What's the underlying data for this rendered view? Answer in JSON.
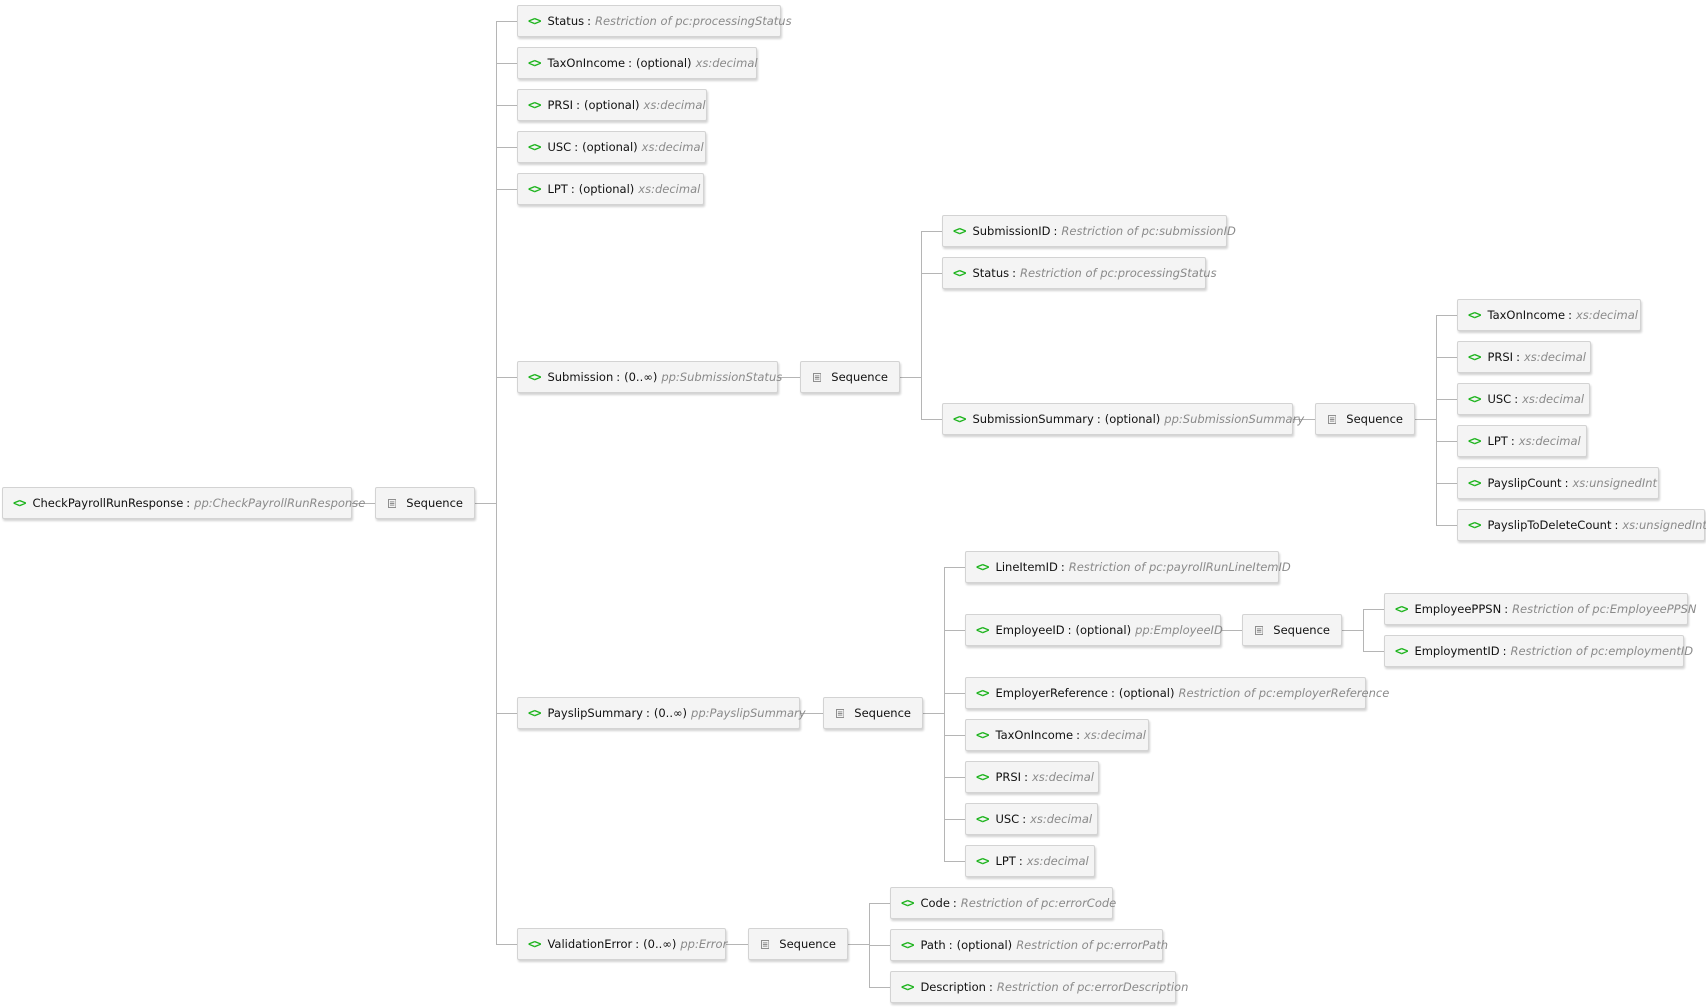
{
  "root": {
    "name": "CheckPayrollRunResponse",
    "type": "pp:CheckPayrollRunResponse"
  },
  "sequence_label": "Sequence",
  "elements": {
    "status": {
      "name": "Status",
      "type": "Restriction of pc:processingStatus"
    },
    "tax_on_income": {
      "name": "TaxOnIncome",
      "card": "(optional)",
      "type": "xs:decimal"
    },
    "prsi": {
      "name": "PRSI",
      "card": "(optional)",
      "type": "xs:decimal"
    },
    "usc": {
      "name": "USC",
      "card": "(optional)",
      "type": "xs:decimal"
    },
    "lpt": {
      "name": "LPT",
      "card": "(optional)",
      "type": "xs:decimal"
    },
    "submission": {
      "name": "Submission",
      "card": "(0..∞)",
      "type": "pp:SubmissionStatus"
    },
    "payslip_summary": {
      "name": "PayslipSummary",
      "card": "(0..∞)",
      "type": "pp:PayslipSummary"
    },
    "validation_error": {
      "name": "ValidationError",
      "card": "(0..∞)",
      "type": "pp:Error"
    }
  },
  "submission_children": {
    "submission_id": {
      "name": "SubmissionID",
      "type": "Restriction of pc:submissionID"
    },
    "status": {
      "name": "Status",
      "type": "Restriction of pc:processingStatus"
    },
    "submission_summary": {
      "name": "SubmissionSummary",
      "card": "(optional)",
      "type": "pp:SubmissionSummary"
    }
  },
  "submission_summary_children": {
    "tax_on_income": {
      "name": "TaxOnIncome",
      "type": "xs:decimal"
    },
    "prsi": {
      "name": "PRSI",
      "type": "xs:decimal"
    },
    "usc": {
      "name": "USC",
      "type": "xs:decimal"
    },
    "lpt": {
      "name": "LPT",
      "type": "xs:decimal"
    },
    "payslip_count": {
      "name": "PayslipCount",
      "type": "xs:unsignedInt"
    },
    "payslip_to_delete_count": {
      "name": "PayslipToDeleteCount",
      "type": "xs:unsignedInt"
    }
  },
  "payslip_children": {
    "line_item_id": {
      "name": "LineItemID",
      "type": "Restriction of pc:payrollRunLineItemID"
    },
    "employee_id": {
      "name": "EmployeeID",
      "card": "(optional)",
      "type": "pp:EmployeeID"
    },
    "employer_reference": {
      "name": "EmployerReference",
      "card": "(optional)",
      "type": "Restriction of pc:employerReference"
    },
    "tax_on_income": {
      "name": "TaxOnIncome",
      "type": "xs:decimal"
    },
    "prsi": {
      "name": "PRSI",
      "type": "xs:decimal"
    },
    "usc": {
      "name": "USC",
      "type": "xs:decimal"
    },
    "lpt": {
      "name": "LPT",
      "type": "xs:decimal"
    }
  },
  "employee_id_children": {
    "employee_ppsn": {
      "name": "EmployeePPSN",
      "type": "Restriction of pc:EmployeePPSN"
    },
    "employment_id": {
      "name": "EmploymentID",
      "type": "Restriction of pc:employmentID"
    }
  },
  "validation_error_children": {
    "code": {
      "name": "Code",
      "type": "Restriction of pc:errorCode"
    },
    "path": {
      "name": "Path",
      "card": "(optional)",
      "type": "Restriction of pc:errorPath"
    },
    "description": {
      "name": "Description",
      "type": "Restriction of pc:errorDescription"
    }
  },
  "colors": {
    "tag": "#1bb31b",
    "type_text": "#8a8a8a",
    "node_bg": "#f4f4f4",
    "node_border": "#d3d3d3",
    "wire": "#b5b5b5"
  }
}
